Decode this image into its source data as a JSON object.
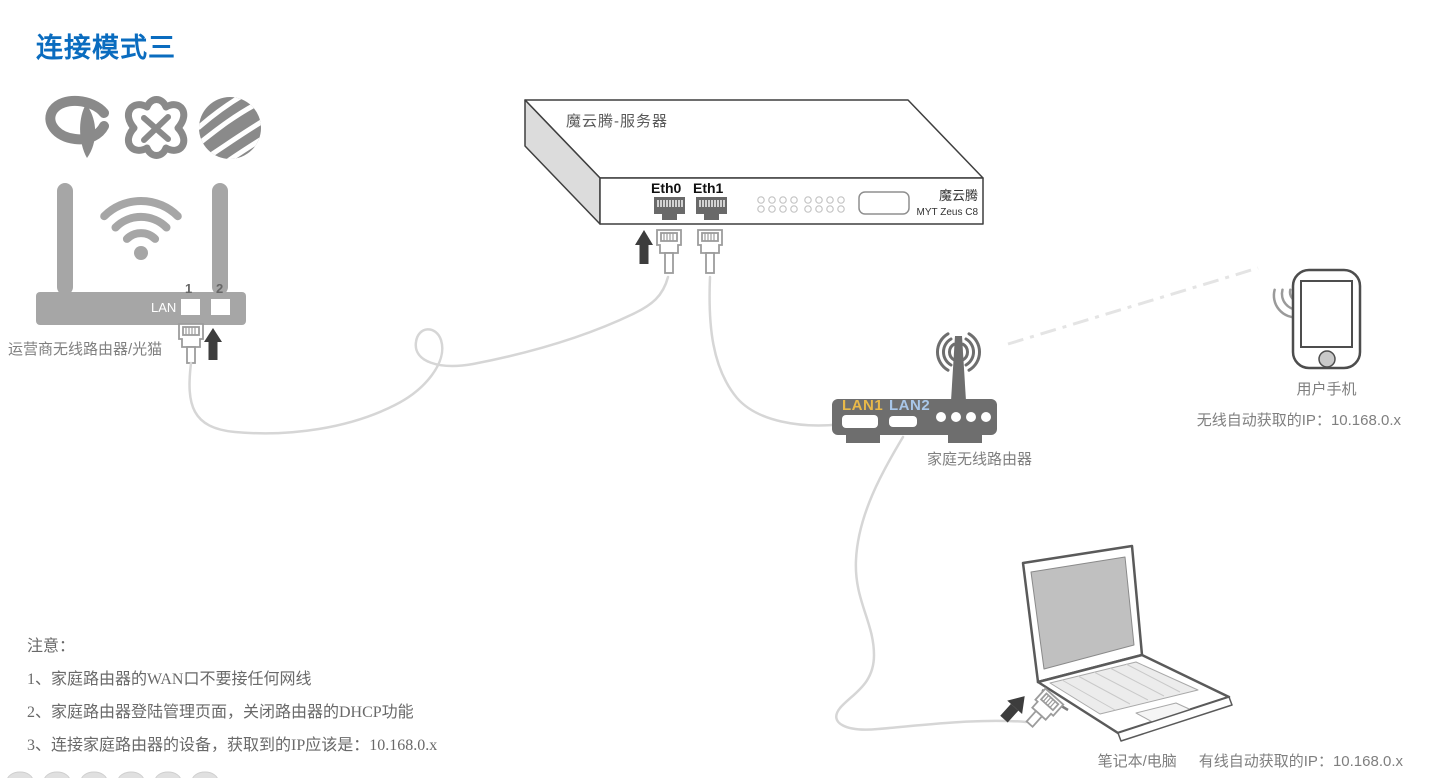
{
  "title": "连接模式三",
  "colors": {
    "title": "#0a6cbf",
    "lan1": "#e9b949",
    "lan2": "#a9c7e9"
  },
  "isp": {
    "router_label": "运营商无线路由器/光猫",
    "lan": "LAN",
    "port1": "1",
    "port2": "2",
    "logos": [
      "china-telecom",
      "china-unicom",
      "china-mobile"
    ]
  },
  "server": {
    "top_label": "魔云腾-服务器",
    "eth0": "Eth0",
    "eth1": "Eth1",
    "brand": "魔云腾",
    "model": "MYT Zeus C8"
  },
  "home_router": {
    "lan1": "LAN1",
    "lan2": "LAN2",
    "label": "家庭无线路由器"
  },
  "phone": {
    "label": "用户手机",
    "ip": "无线自动获取的IP：10.168.0.x"
  },
  "laptop": {
    "label": "笔记本/电脑",
    "ip": "有线自动获取的IP：10.168.0.x"
  },
  "notes": {
    "heading": "注意：",
    "items": [
      "1、家庭路由器的WAN口不要接任何网线",
      "2、家庭路由器登陆管理页面，关闭路由器的DHCP功能",
      "3、连接家庭路由器的设备，获取到的IP应该是：10.168.0.x"
    ]
  }
}
